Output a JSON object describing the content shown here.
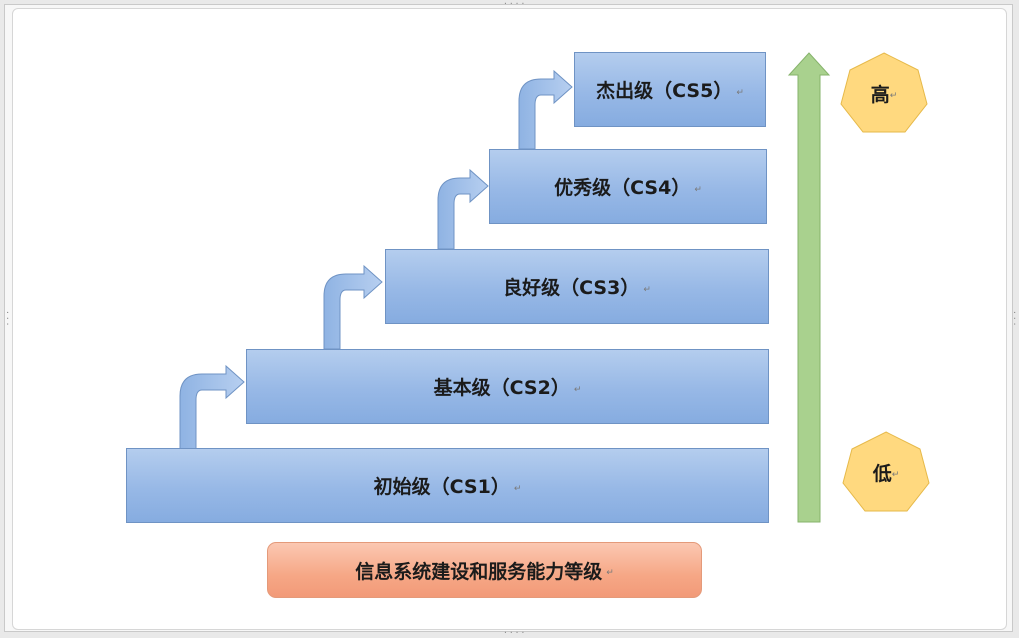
{
  "levels": [
    {
      "label": "初始级（CS1）"
    },
    {
      "label": "基本级（CS2）"
    },
    {
      "label": "良好级（CS3）"
    },
    {
      "label": "优秀级（CS4）"
    },
    {
      "label": "杰出级（CS5）"
    }
  ],
  "scale": {
    "high": "高",
    "low": "低"
  },
  "footer": {
    "title": "信息系统建设和服务能力等级"
  },
  "paragraph_mark": "↵",
  "colors": {
    "level_fill": "#97b8e6",
    "level_border": "#6f93c4",
    "step_arrow": "#9ebfe8",
    "up_arrow": "#a9d18e",
    "heptagon": "#ffd97f",
    "footer_fill": "#f6a786"
  }
}
